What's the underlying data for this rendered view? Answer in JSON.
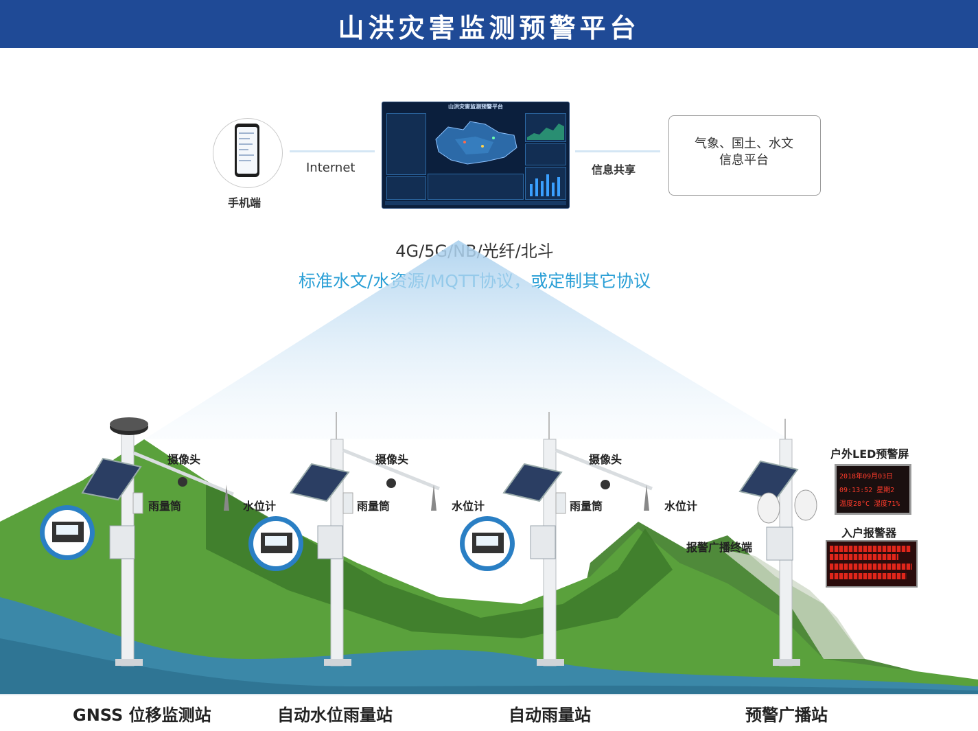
{
  "header": {
    "title": "山洪灾害监测预警平台"
  },
  "top": {
    "phone_label": "手机端",
    "internet_label": "Internet",
    "share_label": "信息共享",
    "dashboard_title": "山洪灾害监测预警平台",
    "info_box_lines": [
      "气象、国土、水文",
      "信息平台"
    ]
  },
  "protocol": {
    "line1": "4G/5G/NB/光纤/北斗",
    "line2": "标准水文/水资源/MQTT协议，或定制其它协议"
  },
  "callouts": {
    "camera": "摄像头",
    "rain_gauge": "雨量筒",
    "water_level": "水位计",
    "broadcast_terminal": "报警广播终端",
    "outdoor_led": "户外LED预警屏",
    "indoor_alarm": "入户报警器"
  },
  "led_screen": {
    "row1": "2018年09月03日",
    "row2": "09:13:52 星期2",
    "row3": "温度28°C 湿度71%"
  },
  "stations": [
    {
      "label": "GNSS 位移监测站"
    },
    {
      "label": "自动水位雨量站"
    },
    {
      "label": "自动雨量站"
    },
    {
      "label": "预警广播站"
    }
  ],
  "colors": {
    "header": "#1f4a96",
    "protocol_accent": "#2a9fd6",
    "hill_green": "#5aa13c",
    "hill_dark": "#3d7a2a",
    "river": "#3b88a8"
  }
}
